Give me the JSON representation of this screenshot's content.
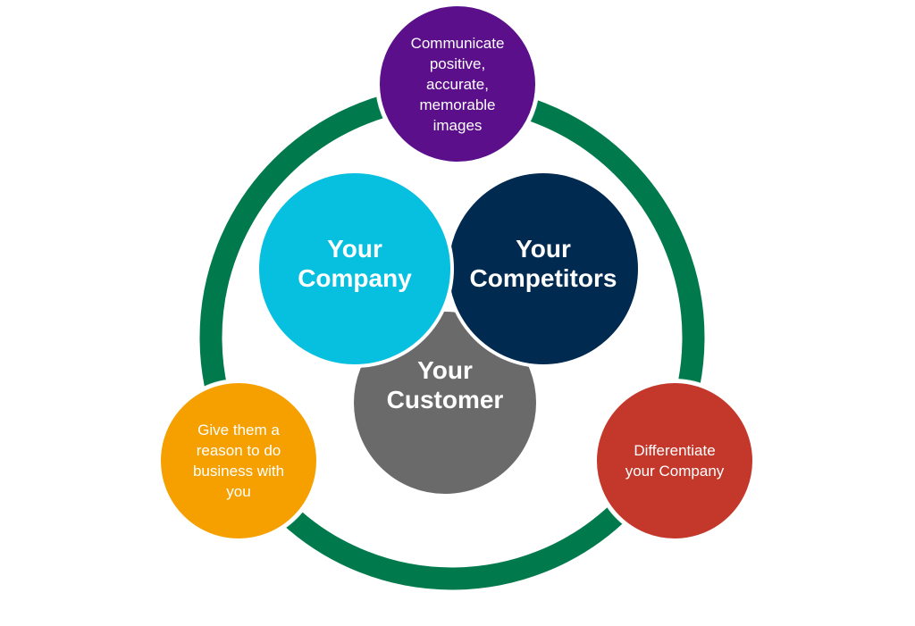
{
  "colors": {
    "ring": "#007a4d",
    "top": "#5b0f8a",
    "left": "#f6a000",
    "right": "#c4372b",
    "company": "#07bfdf",
    "competitors": "#012a50",
    "customer": "#6a6a6a"
  },
  "outer_nodes": {
    "top": "Communicate\npositive,\naccurate,\nmemorable\nimages",
    "left": "Give them a\nreason to do\nbusiness with\nyou",
    "right": "Differentiate\nyour Company"
  },
  "inner_nodes": {
    "company": "Your\nCompany",
    "competitors": "Your\nCompetitors",
    "customer": "Your\nCustomer"
  }
}
